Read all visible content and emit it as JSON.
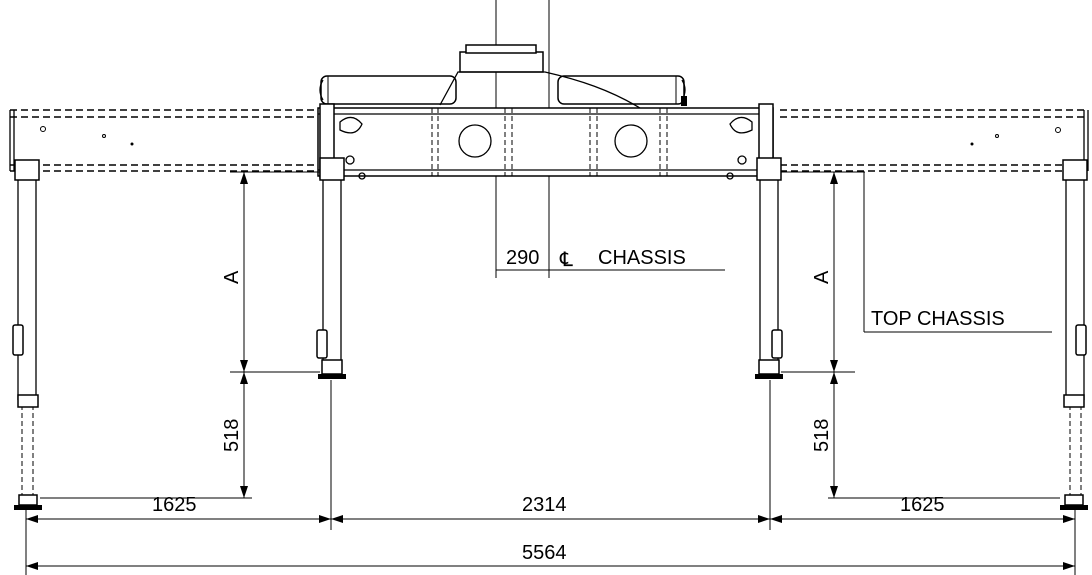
{
  "dimensions": {
    "outrigger_left": "1625",
    "center_span": "2314",
    "outrigger_right": "1625",
    "overall": "5564",
    "centerline_offset": "290",
    "jack_extension_left": "518",
    "jack_extension_right": "518",
    "height_a_left": "A",
    "height_a_right": "A"
  },
  "labels": {
    "centerline_symbol": "℄",
    "chassis": "CHASSIS",
    "top_chassis": "TOP CHASSIS"
  }
}
